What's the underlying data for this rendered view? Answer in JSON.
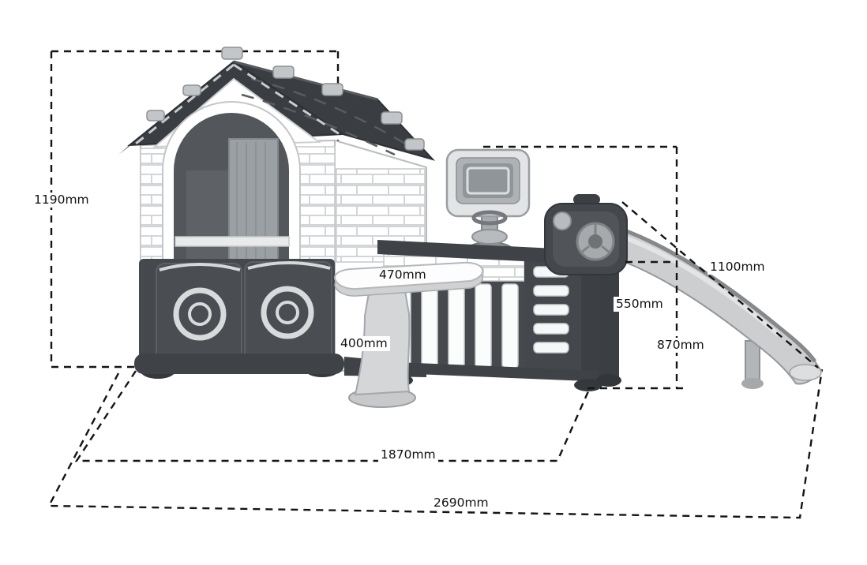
{
  "diagram": {
    "description": "dimension drawing of a kids playhouse with basketball hoop, fence, play table and slide",
    "labels": {
      "overall_height": "1190mm",
      "table_width": "470mm",
      "table_height": "400mm",
      "fence_height": "550mm",
      "slide_platform_height": "870mm",
      "slide_length": "1100mm",
      "house_length": "1870mm",
      "overall_length": "2690mm"
    },
    "colors": {
      "dimension_line": "#141414",
      "roof_dark": "#3a3d41",
      "panel_dark": "#45484c",
      "mid_gray": "#9ba0a4",
      "light_gray": "#ccced0",
      "wall_white": "#ffffff"
    }
  }
}
